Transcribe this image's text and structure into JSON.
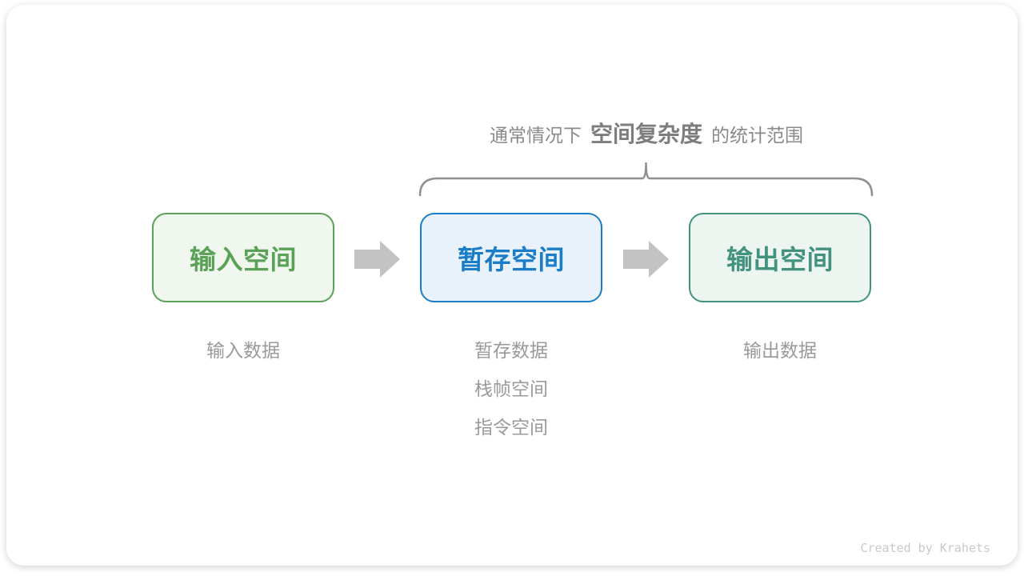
{
  "annotation": {
    "prefix": "通常情况下",
    "highlight": "空间复杂度",
    "suffix": "的统计范围",
    "text_color": "#8a8a8a",
    "highlight_color": "#7d7d7d",
    "brace_color": "#909090"
  },
  "flow": {
    "arrow_color": "#c3c3c3",
    "boxes": [
      {
        "id": "input",
        "label": "输入空间",
        "border_color": "#5ba157",
        "fill_color": "#f0f7ee",
        "text_color": "#5ba157"
      },
      {
        "id": "temp",
        "label": "暂存空间",
        "border_color": "#1a7dc8",
        "fill_color": "#e9f2fb",
        "text_color": "#1a7dc8"
      },
      {
        "id": "output",
        "label": "输出空间",
        "border_color": "#43917f",
        "fill_color": "#edf5f1",
        "text_color": "#43917f"
      }
    ]
  },
  "notes": {
    "text_color": "#9a9a9a",
    "input": {
      "line1": "输入数据"
    },
    "temp": {
      "line1": "暂存数据",
      "line2": "栈帧空间",
      "line3": "指令空间"
    },
    "output": {
      "line1": "输出数据"
    }
  },
  "credit": {
    "text": "Created by Krahets",
    "color": "#c9c9c9"
  }
}
